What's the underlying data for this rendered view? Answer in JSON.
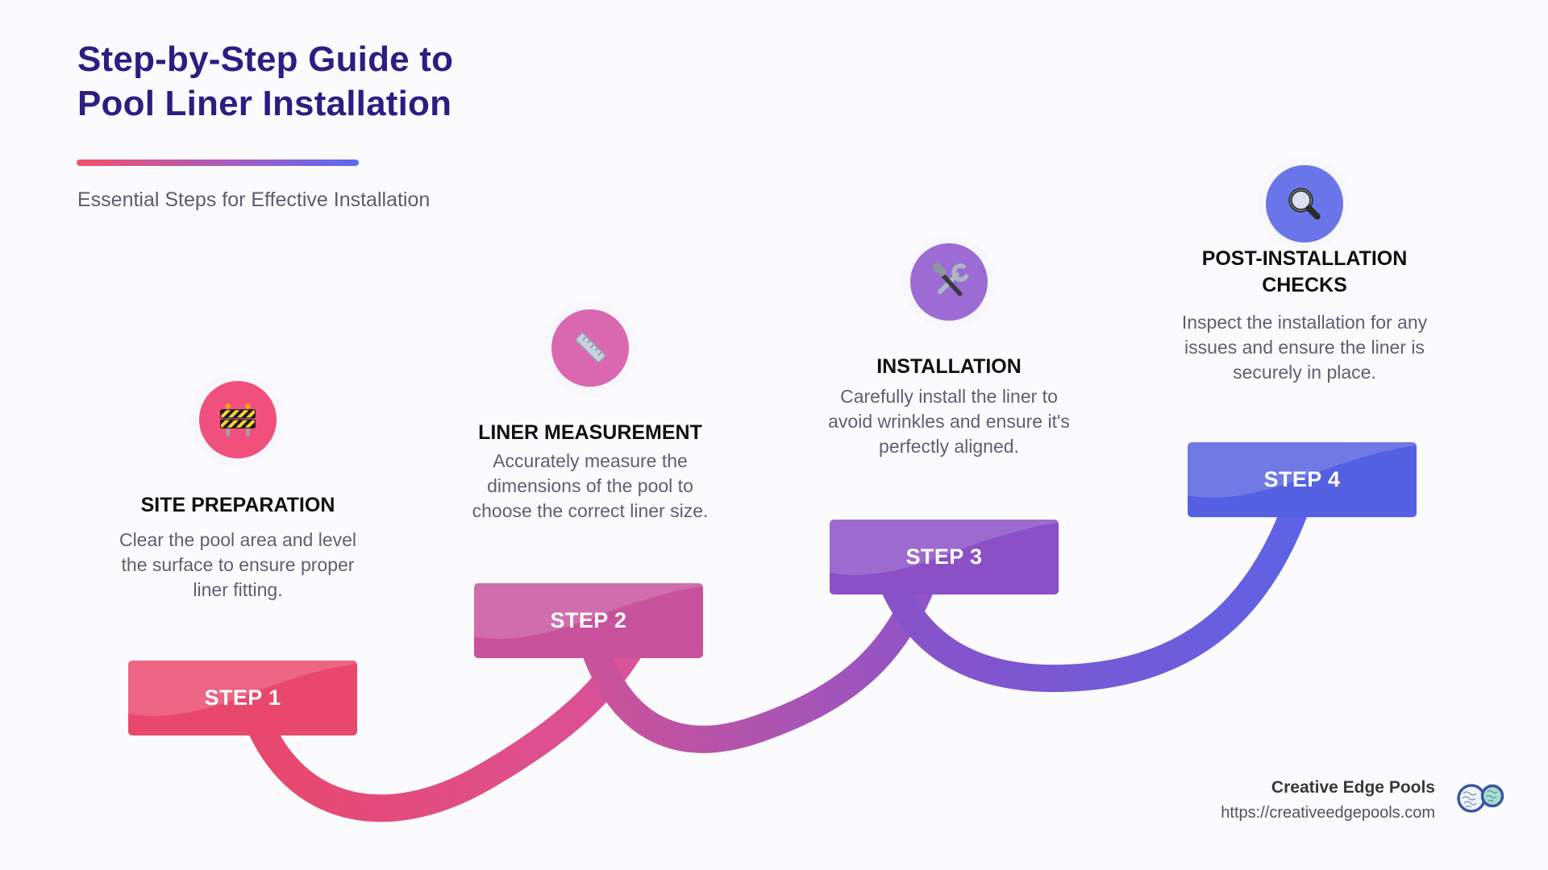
{
  "header": {
    "title_line1": "Step-by-Step Guide to",
    "title_line2": "Pool Liner Installation",
    "subtitle": "Essential Steps for Effective Installation"
  },
  "steps": [
    {
      "label": "STEP 1",
      "title": "SITE PREPARATION",
      "description": "Clear the pool area and level the surface to ensure proper liner fitting.",
      "icon": "construction-barrier-icon",
      "circle_color": "#F0517C",
      "box_color": "#E9486C"
    },
    {
      "label": "STEP 2",
      "title": "LINER MEASUREMENT",
      "description": "Accurately measure the dimensions of the pool to choose the correct liner size.",
      "icon": "ruler-icon",
      "circle_color": "#DA68B0",
      "box_color": "#C9529C"
    },
    {
      "label": "STEP 3",
      "title": "INSTALLATION",
      "description": "Carefully install the liner to avoid wrinkles and ensure it's perfectly aligned.",
      "icon": "hammer-wrench-icon",
      "circle_color": "#9C6BD4",
      "box_color": "#8B4FC6"
    },
    {
      "label": "STEP 4",
      "title": "POST-INSTALLATION CHECKS",
      "description": "Inspect the installation for any issues and ensure the liner is securely in place.",
      "icon": "magnifier-icon",
      "circle_color": "#6B75EA",
      "box_color": "#5560E2"
    }
  ],
  "footer": {
    "brand": "Creative Edge Pools",
    "url": "https://creativeedgepools.com"
  },
  "colors": {
    "background": "#FBFBFD",
    "title_text": "#2E1C83",
    "subtitle_text": "#5A5C70",
    "description_text": "#5D5F73",
    "underline_gradient_start": "#F4506A",
    "underline_gradient_end": "#5A6AF0",
    "curve_gradient": [
      "#E9486C",
      "#C9529C",
      "#8B4FC6",
      "#5560E2"
    ]
  }
}
